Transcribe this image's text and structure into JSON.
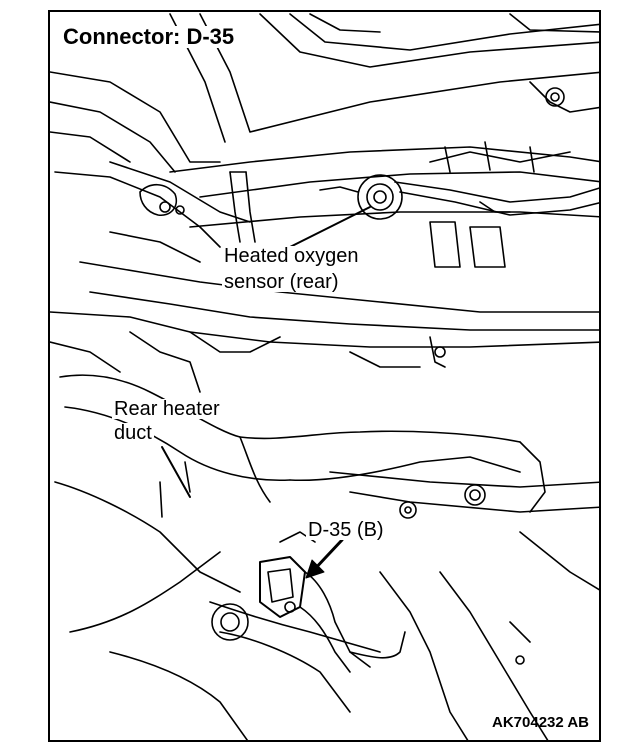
{
  "title": "Connector: D-35",
  "labels": {
    "sensor_line1": "Heated oxygen",
    "sensor_line2": "sensor (rear)",
    "duct_line1": "Rear heater",
    "duct_line2": "duct",
    "connector": "D-35 (B)"
  },
  "figure_code": "AK704232 AB",
  "colors": {
    "line": "#000000",
    "background": "#ffffff"
  }
}
